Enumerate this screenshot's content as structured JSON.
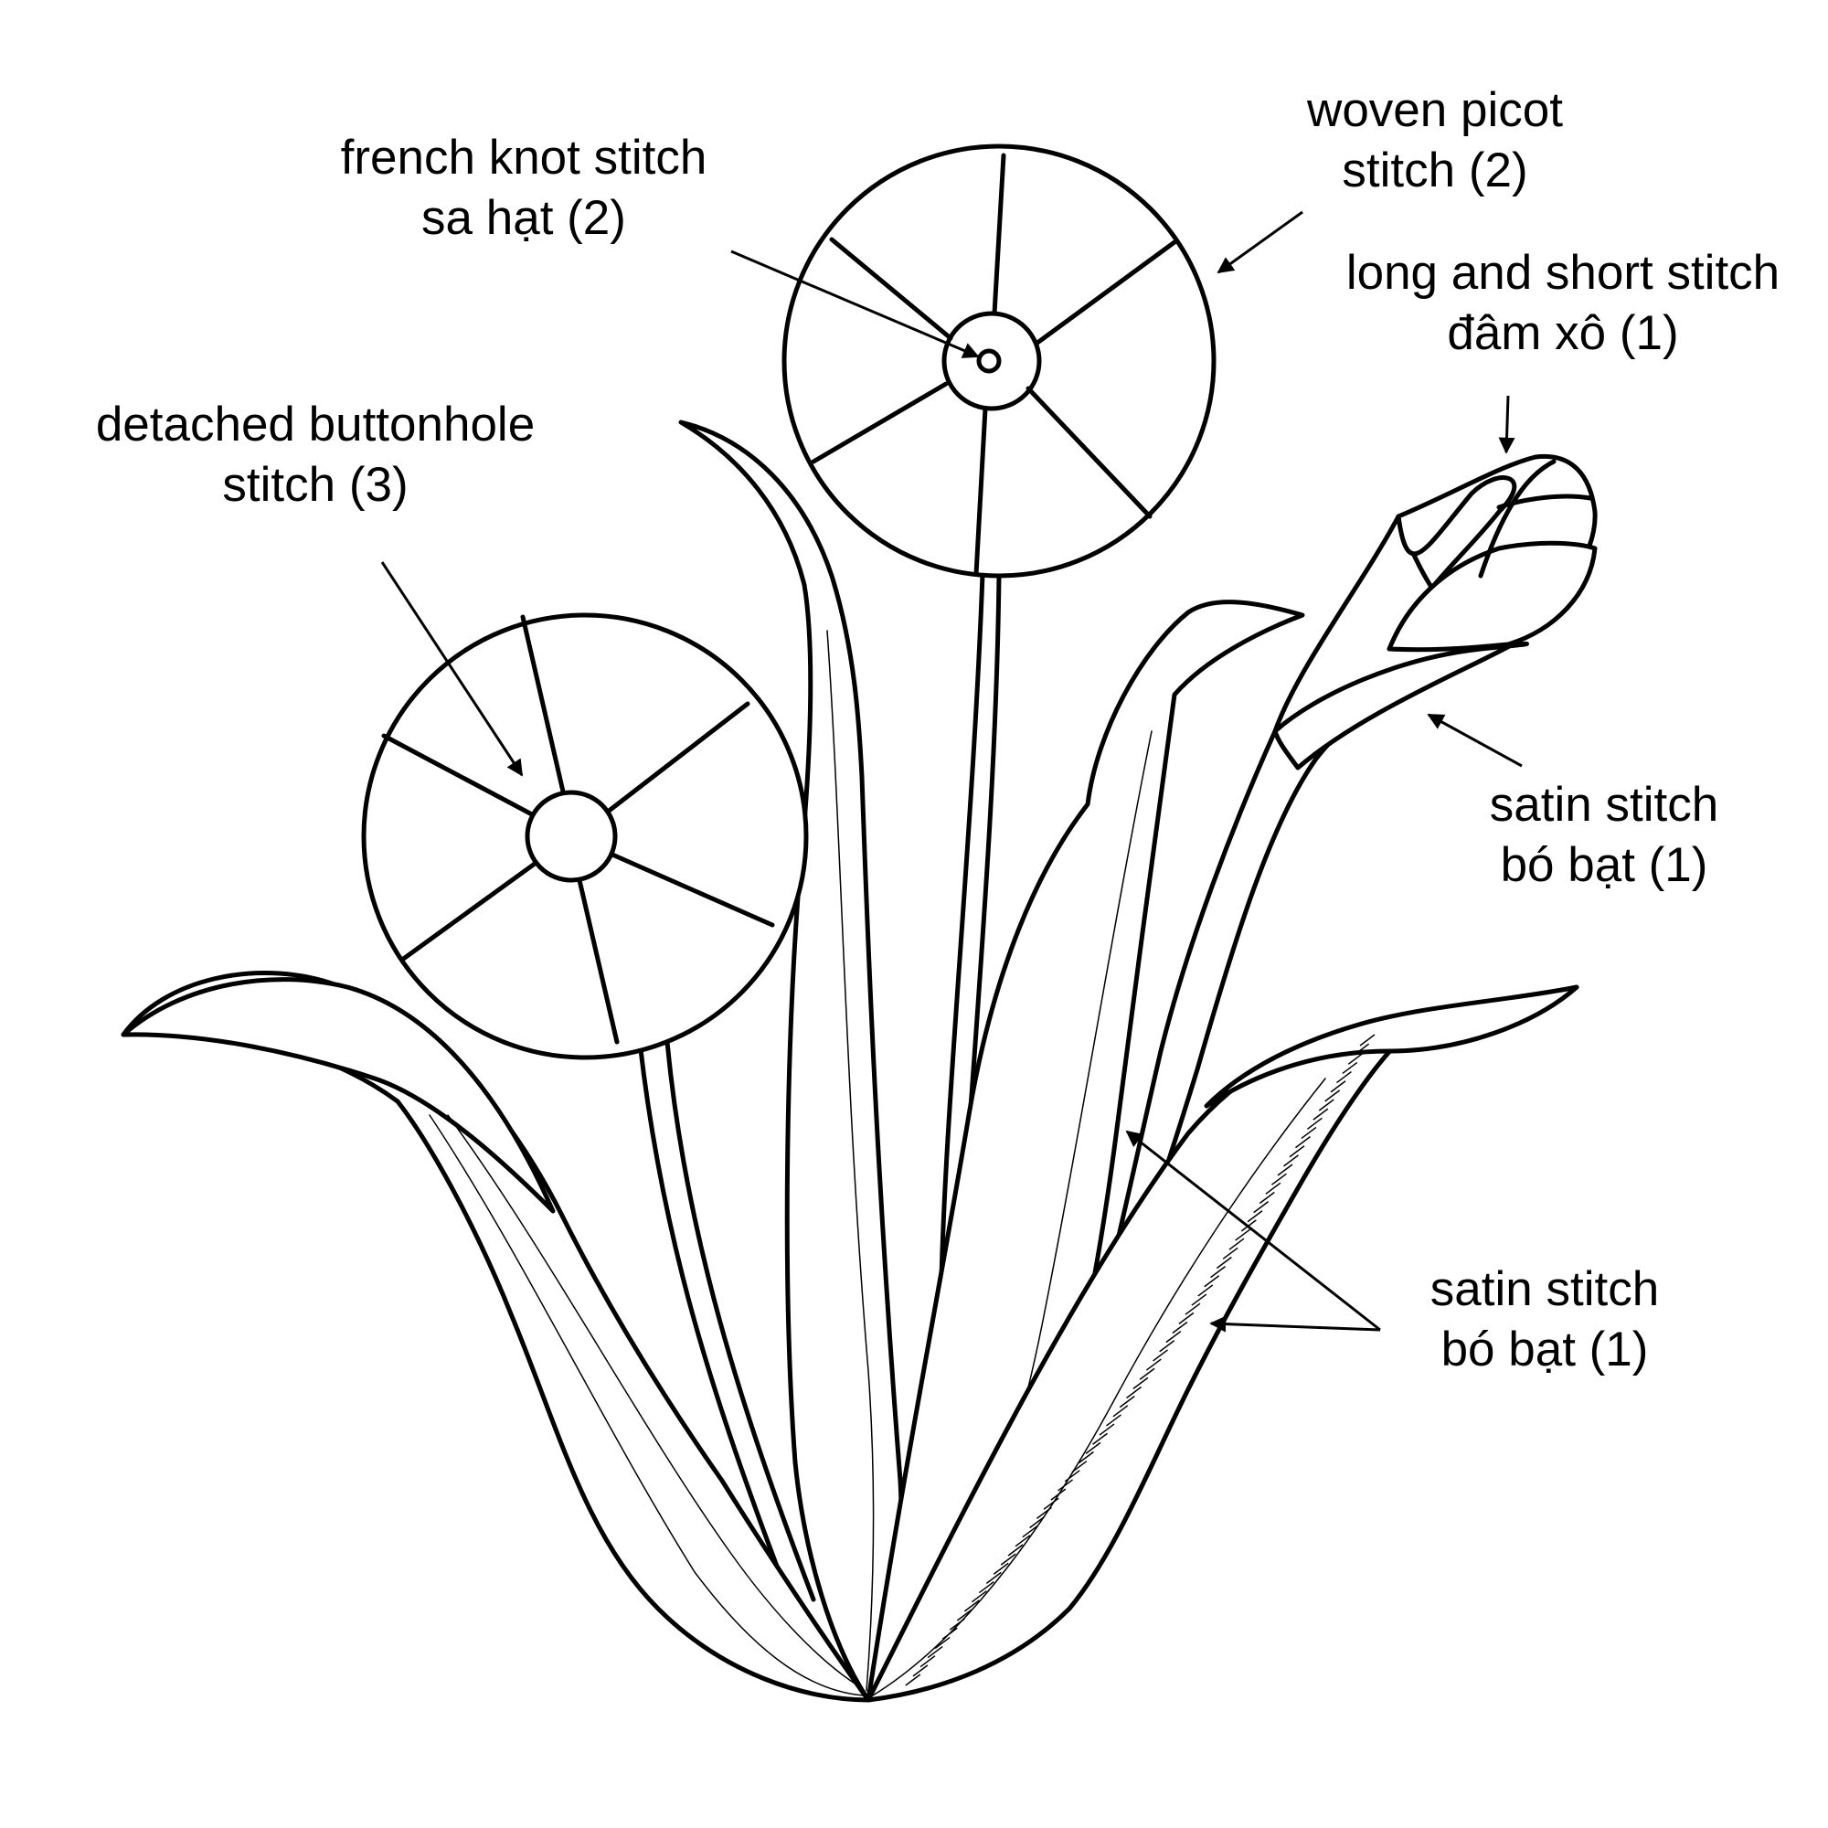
{
  "labels": {
    "french_knot": {
      "line1": "french knot stitch",
      "line2": "sa hạt (2)"
    },
    "woven_picot": {
      "line1": "woven picot",
      "line2": "stitch (2)"
    },
    "long_short": {
      "line1": "long and short stitch",
      "line2": "đâm xô (1)"
    },
    "detached_buttonhole": {
      "line1": "detached buttonhole",
      "line2": "stitch (3)"
    },
    "satin_upper": {
      "line1": "satin stitch",
      "line2": "bó bạt (1)"
    },
    "satin_lower": {
      "line1": "satin stitch",
      "line2": "bó bạt (1)"
    }
  },
  "colors": {
    "line": "#000000",
    "background": "#ffffff"
  }
}
